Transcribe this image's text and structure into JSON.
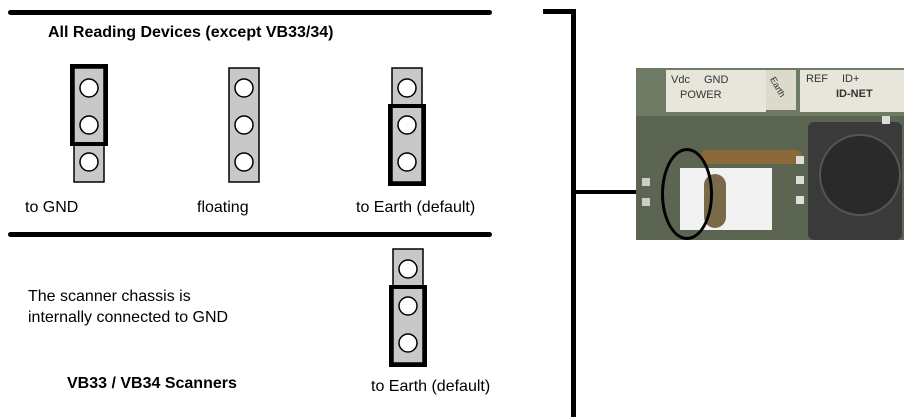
{
  "section_top": {
    "title": "All Reading Devices (except VB33/34)",
    "jumpers": [
      {
        "label": "to GND",
        "pins": 3,
        "bracket": "top"
      },
      {
        "label": "floating",
        "pins": 3,
        "bracket": "none"
      },
      {
        "label": "to Earth (default)",
        "pins": 3,
        "bracket": "bottom"
      }
    ]
  },
  "section_bottom": {
    "note_line1": "The scanner chassis is",
    "note_line2": "internally connected to GND",
    "title": "VB33 / VB34 Scanners",
    "jumper_label": "to Earth (default)"
  },
  "photo": {
    "label_vdc": "Vdc",
    "label_gnd": "GND",
    "label_power": "POWER",
    "label_earth": "Earth",
    "label_ref": "REF",
    "label_id": "ID+",
    "label_idnet": "ID-NET",
    "colors": {
      "pcb": "#6f7a64",
      "silk_panel": "#e8e6da",
      "jumper_block": "#f2f2f2",
      "knob": "#2a2a2a"
    }
  },
  "colors": {
    "jumper_fill": "#c8c8c8",
    "line": "#000000"
  }
}
